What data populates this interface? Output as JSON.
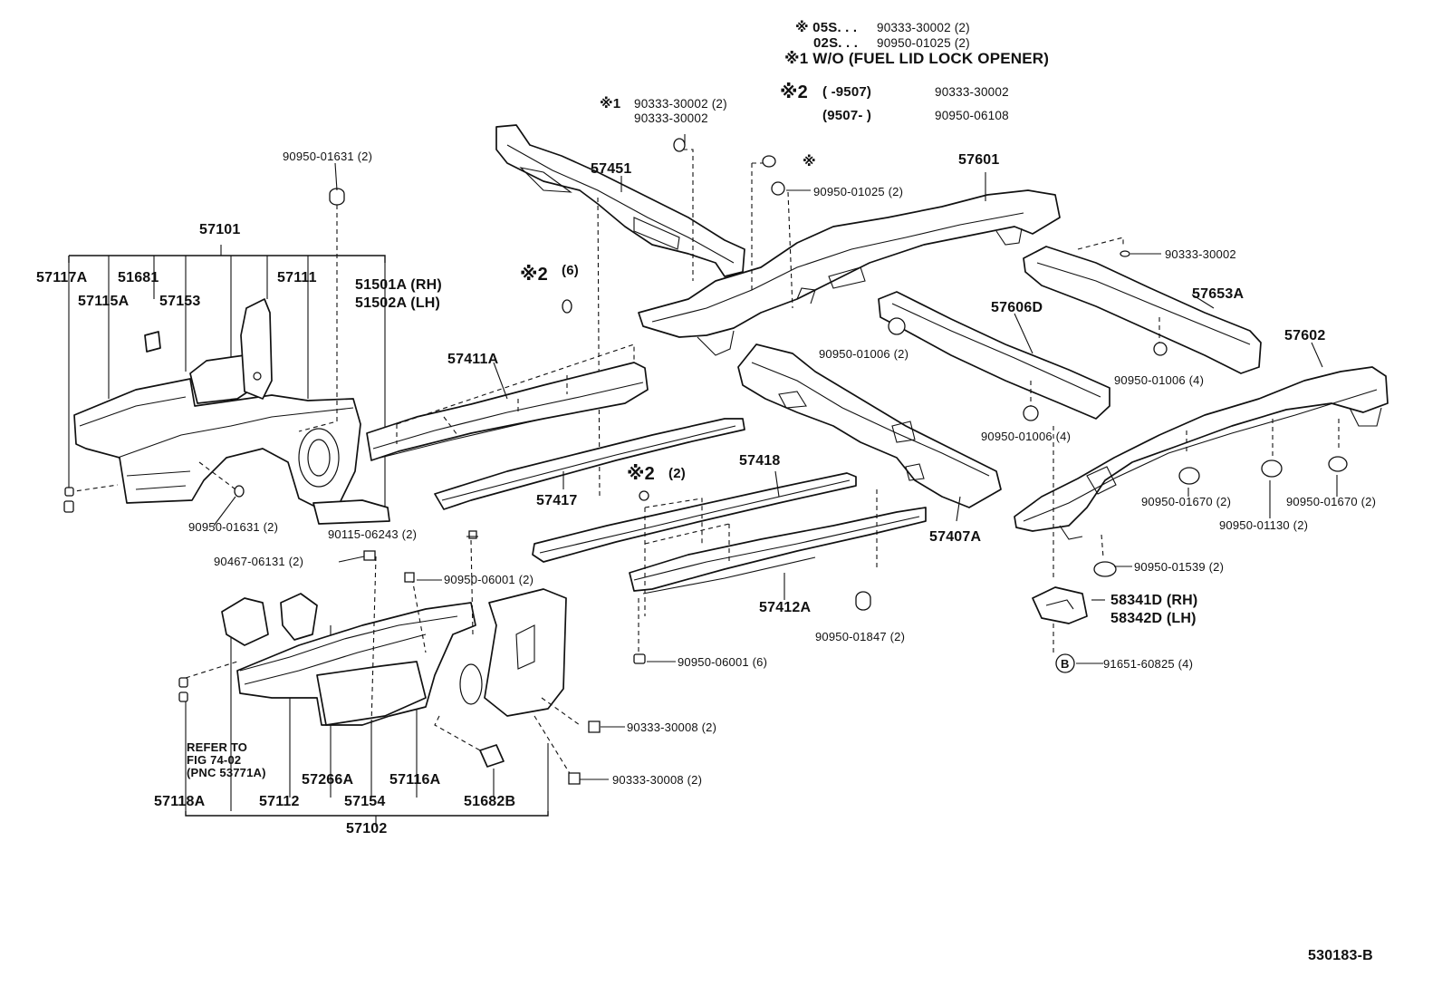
{
  "notes": {
    "n1_prefix": "※ 05S. . .",
    "n1_value": "90333-30002 (2)",
    "n2_prefix": "02S. . .",
    "n2_value": "90950-01025 (2)",
    "n3": "※1 W/O (FUEL LID LOCK OPENER)",
    "n4_mark": "※2",
    "n4_range": "(        -9507)",
    "n4_value": "90333-30002",
    "n5_range": "(9507-         )",
    "n5_value": "90950-06108",
    "star1_value_a": "90333-30002 (2)",
    "star1_value_b": "90333-30002",
    "star1_mark": "※1"
  },
  "labels": {
    "p90950_01631_top": "90950-01631 (2)",
    "p57101": "57101",
    "p57117A": "57117A",
    "p51681": "51681",
    "p57111": "57111",
    "p57115A": "57115A",
    "p57153": "57153",
    "p51501A": "51501A (RH)",
    "p51502A": "51502A (LH)",
    "p90950_01631_bot": "90950-01631 (2)",
    "p90115_06243": "90115-06243 (2)",
    "p90467_06131": "90467-06131 (2)",
    "p90950_06001_2": "90950-06001 (2)",
    "p90333_30008_a": "90333-30008 (2)",
    "p90333_30008_b": "90333-30008 (2)",
    "refer_line1": "REFER TO",
    "refer_line2": "FIG 74-02",
    "refer_line3": "(PNC 53771A)",
    "p57266A": "57266A",
    "p57116A": "57116A",
    "p57118A": "57118A",
    "p57112": "57112",
    "p57154": "57154",
    "p51682B": "51682B",
    "p57102": "57102",
    "star2_mark_a": "※2",
    "star2_qty_a": "(6)",
    "p57411A": "57411A",
    "p57451": "57451",
    "p57417": "57417",
    "star2_mark_b": "※2",
    "star2_qty_b": "(2)",
    "p57418": "57418",
    "p57412A": "57412A",
    "p90950_06001_6": "90950-06001 (6)",
    "p90950_01847": "90950-01847 (2)",
    "star_mark_c": "※",
    "p90950_01025": "90950-01025 (2)",
    "p57601": "57601",
    "p90333_30002_r": "90333-30002",
    "p57653A": "57653A",
    "p57606D": "57606D",
    "p90950_01006_2": "90950-01006 (2)",
    "p90950_01006_4a": "90950-01006 (4)",
    "p90950_01006_4b": "90950-01006 (4)",
    "p57407A": "57407A",
    "p57602": "57602",
    "p90950_01670_a": "90950-01670 (2)",
    "p90950_01670_b": "90950-01670 (2)",
    "p90950_01130": "90950-01130 (2)",
    "p90950_01539": "90950-01539 (2)",
    "p58341D": "58341D (RH)",
    "p58342D": "58342D (LH)",
    "b_mark": "B",
    "p91651_60825": "91651-60825 (4)",
    "figure_id": "530183-B"
  }
}
